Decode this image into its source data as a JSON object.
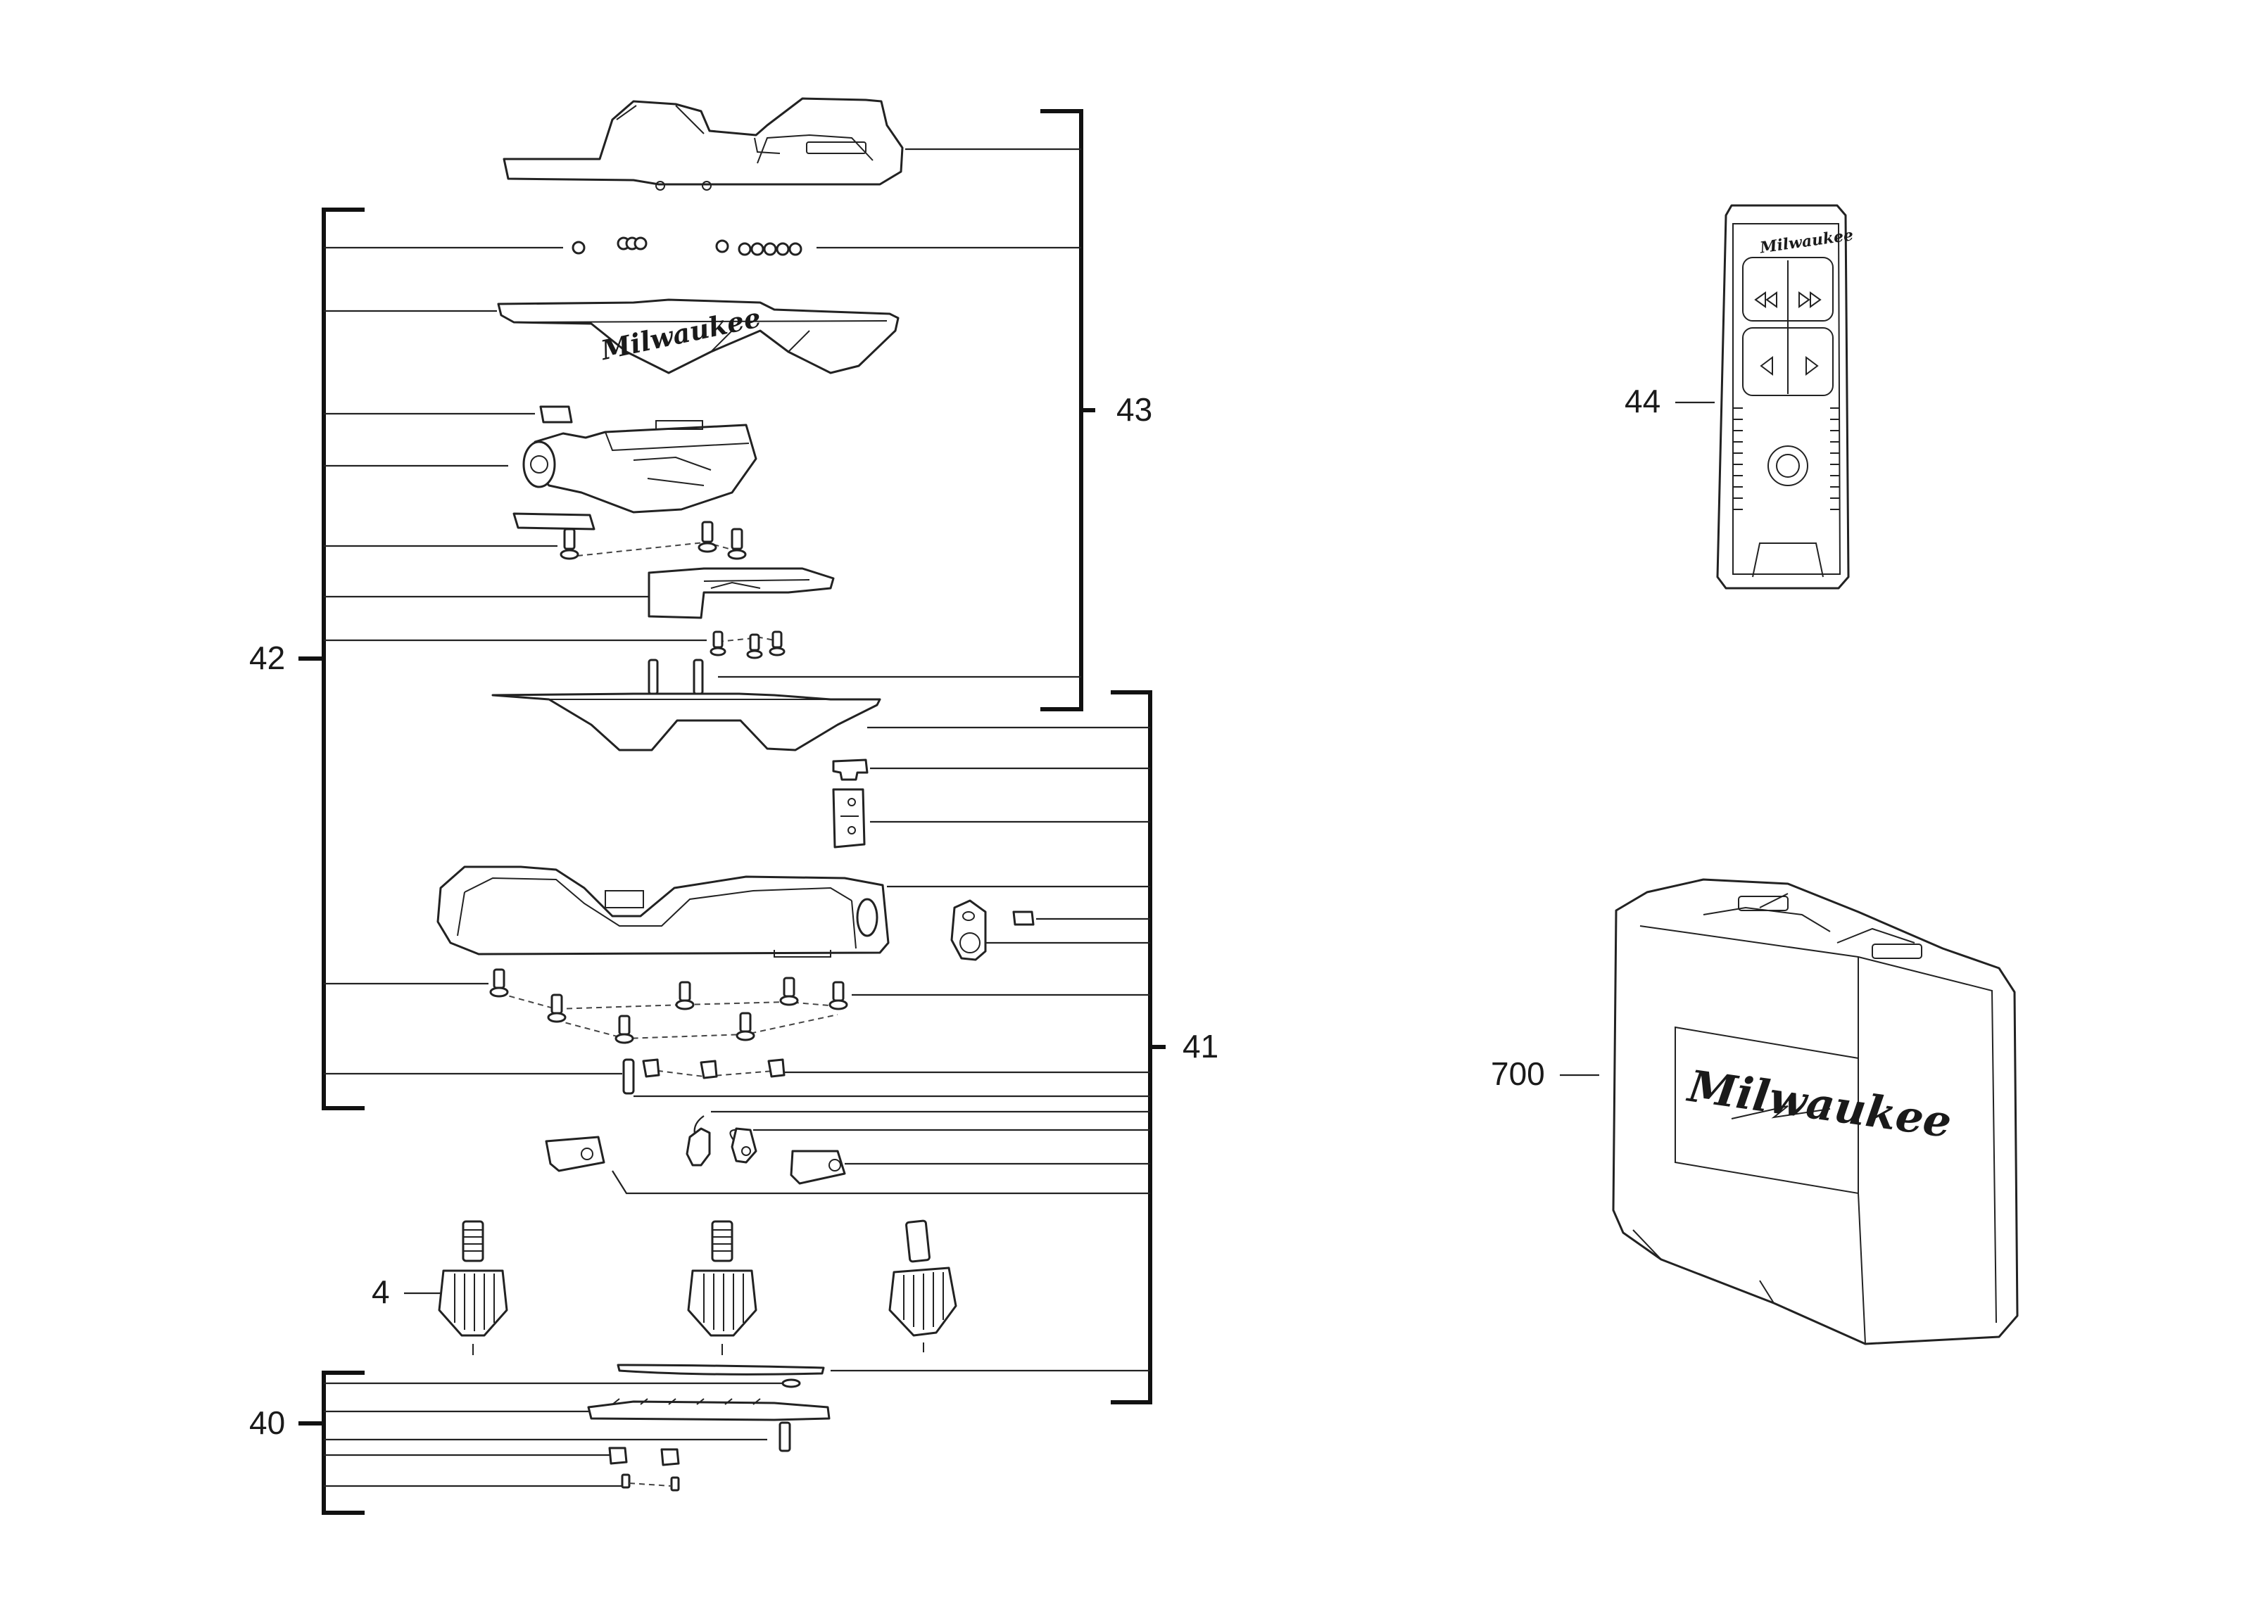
{
  "callouts": {
    "c43": "43",
    "c42": "42",
    "c44": "44",
    "c41": "41",
    "c700": "700",
    "c4": "4",
    "c40": "40"
  },
  "brand": {
    "logo_text": "Milwaukee"
  }
}
